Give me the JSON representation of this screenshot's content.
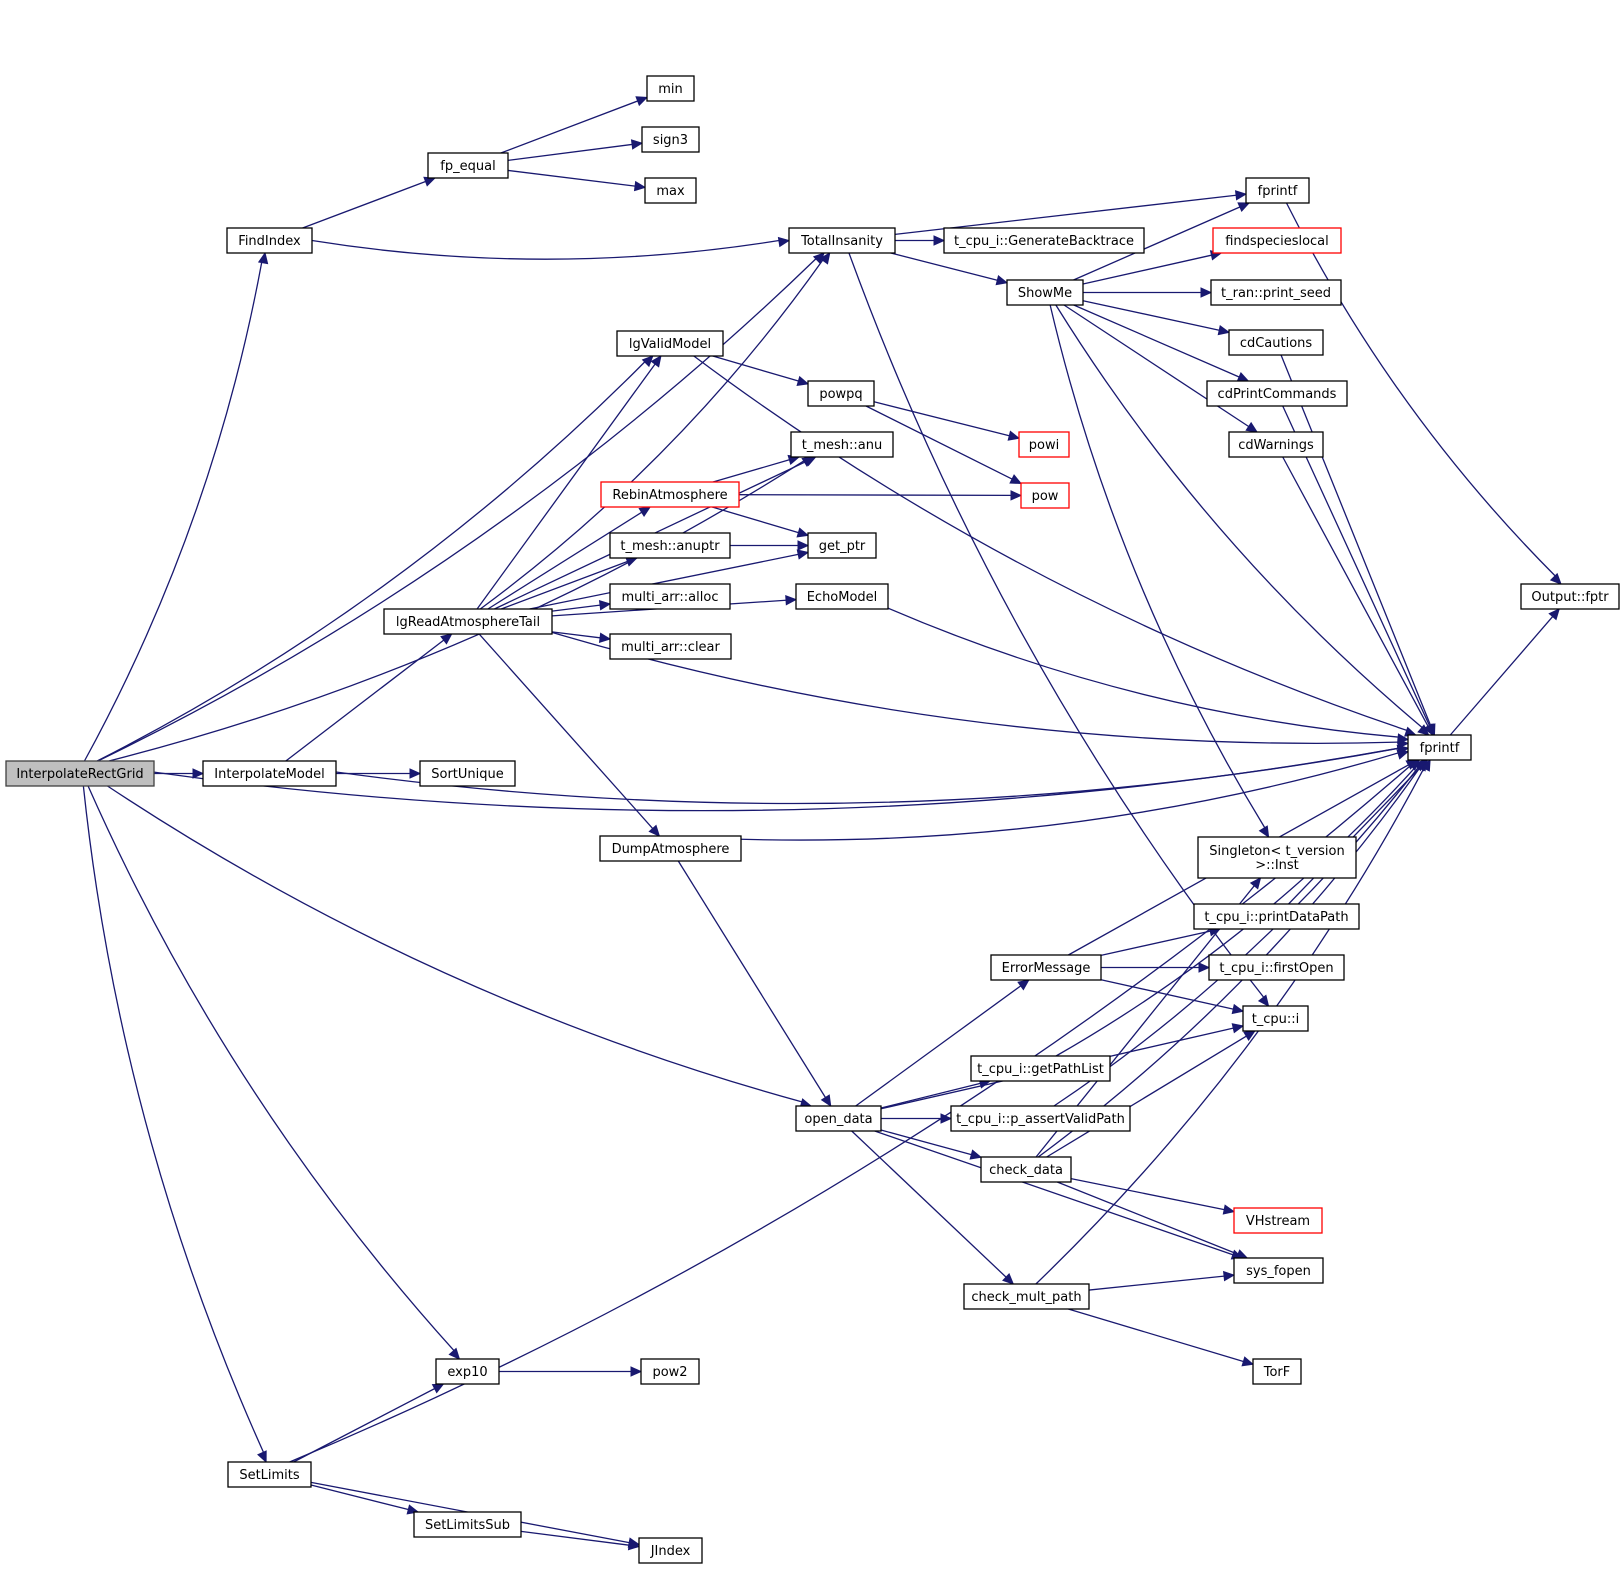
{
  "diagram": {
    "type": "call-graph",
    "root": "InterpolateRectGrid",
    "colors": {
      "edge": "#191970",
      "root_fill": "#bfbfbf",
      "node_border": "#000000",
      "truncated_node_border": "#ff0000"
    },
    "nodes": [
      {
        "id": "InterpolateRectGrid",
        "label": "InterpolateRectGrid",
        "style": "root"
      },
      {
        "id": "FindIndex",
        "label": "FindIndex"
      },
      {
        "id": "fp_equal",
        "label": "fp_equal"
      },
      {
        "id": "min",
        "label": "min"
      },
      {
        "id": "sign3",
        "label": "sign3"
      },
      {
        "id": "max",
        "label": "max"
      },
      {
        "id": "TotalInsanity",
        "label": "TotalInsanity"
      },
      {
        "id": "GenerateBacktrace",
        "label": "t_cpu_i::GenerateBacktrace"
      },
      {
        "id": "ShowMe",
        "label": "ShowMe"
      },
      {
        "id": "fprintf_top",
        "label": "fprintf"
      },
      {
        "id": "findspecieslocal",
        "label": "findspecieslocal",
        "style": "red"
      },
      {
        "id": "print_seed",
        "label": "t_ran::print_seed"
      },
      {
        "id": "cdCautions",
        "label": "cdCautions"
      },
      {
        "id": "cdPrintCommands",
        "label": "cdPrintCommands"
      },
      {
        "id": "cdWarnings",
        "label": "cdWarnings"
      },
      {
        "id": "lgValidModel",
        "label": "lgValidModel"
      },
      {
        "id": "powpq",
        "label": "powpq"
      },
      {
        "id": "powi",
        "label": "powi",
        "style": "red"
      },
      {
        "id": "pow",
        "label": "pow",
        "style": "red"
      },
      {
        "id": "anu",
        "label": "t_mesh::anu"
      },
      {
        "id": "RebinAtmosphere",
        "label": "RebinAtmosphere",
        "style": "red"
      },
      {
        "id": "anuptr",
        "label": "t_mesh::anuptr"
      },
      {
        "id": "get_ptr",
        "label": "get_ptr"
      },
      {
        "id": "alloc",
        "label": "multi_arr::alloc"
      },
      {
        "id": "EchoModel",
        "label": "EchoModel"
      },
      {
        "id": "clear",
        "label": "multi_arr::clear"
      },
      {
        "id": "lgReadAtmosphereTail",
        "label": "lgReadAtmosphereTail"
      },
      {
        "id": "Output_fptr",
        "label": "Output::fptr"
      },
      {
        "id": "fprintf_main",
        "label": "fprintf"
      },
      {
        "id": "InterpolateModel",
        "label": "InterpolateModel"
      },
      {
        "id": "SortUnique",
        "label": "SortUnique"
      },
      {
        "id": "DumpAtmosphere",
        "label": "DumpAtmosphere"
      },
      {
        "id": "Singleton",
        "label": "Singleton< t_version\n>::Inst"
      },
      {
        "id": "printDataPath",
        "label": "t_cpu_i::printDataPath"
      },
      {
        "id": "ErrorMessage",
        "label": "ErrorMessage"
      },
      {
        "id": "firstOpen",
        "label": "t_cpu_i::firstOpen"
      },
      {
        "id": "t_cpu_i",
        "label": "t_cpu::i"
      },
      {
        "id": "getPathList",
        "label": "t_cpu_i::getPathList"
      },
      {
        "id": "open_data",
        "label": "open_data"
      },
      {
        "id": "p_assertValidPath",
        "label": "t_cpu_i::p_assertValidPath"
      },
      {
        "id": "check_data",
        "label": "check_data"
      },
      {
        "id": "VHstream",
        "label": "VHstream",
        "style": "red"
      },
      {
        "id": "sys_fopen",
        "label": "sys_fopen"
      },
      {
        "id": "check_mult_path",
        "label": "check_mult_path"
      },
      {
        "id": "TorF",
        "label": "TorF"
      },
      {
        "id": "exp10",
        "label": "exp10"
      },
      {
        "id": "pow2",
        "label": "pow2"
      },
      {
        "id": "SetLimits",
        "label": "SetLimits"
      },
      {
        "id": "SetLimitsSub",
        "label": "SetLimitsSub"
      },
      {
        "id": "JIndex",
        "label": "JIndex"
      }
    ],
    "edges": [
      [
        "InterpolateRectGrid",
        "FindIndex"
      ],
      [
        "InterpolateRectGrid",
        "TotalInsanity"
      ],
      [
        "InterpolateRectGrid",
        "lgValidModel"
      ],
      [
        "InterpolateRectGrid",
        "anu"
      ],
      [
        "InterpolateRectGrid",
        "InterpolateModel"
      ],
      [
        "InterpolateRectGrid",
        "fprintf_main"
      ],
      [
        "InterpolateRectGrid",
        "exp10"
      ],
      [
        "InterpolateRectGrid",
        "open_data"
      ],
      [
        "InterpolateRectGrid",
        "SetLimits"
      ],
      [
        "FindIndex",
        "fp_equal"
      ],
      [
        "FindIndex",
        "TotalInsanity"
      ],
      [
        "fp_equal",
        "min"
      ],
      [
        "fp_equal",
        "sign3"
      ],
      [
        "fp_equal",
        "max"
      ],
      [
        "TotalInsanity",
        "fprintf_top"
      ],
      [
        "TotalInsanity",
        "GenerateBacktrace"
      ],
      [
        "TotalInsanity",
        "ShowMe"
      ],
      [
        "TotalInsanity",
        "t_cpu_i"
      ],
      [
        "ShowMe",
        "fprintf_top"
      ],
      [
        "ShowMe",
        "findspecieslocal"
      ],
      [
        "ShowMe",
        "print_seed"
      ],
      [
        "ShowMe",
        "cdCautions"
      ],
      [
        "ShowMe",
        "cdPrintCommands"
      ],
      [
        "ShowMe",
        "cdWarnings"
      ],
      [
        "ShowMe",
        "Singleton"
      ],
      [
        "ShowMe",
        "fprintf_main"
      ],
      [
        "fprintf_top",
        "Output_fptr"
      ],
      [
        "cdCautions",
        "fprintf_main"
      ],
      [
        "cdPrintCommands",
        "fprintf_main"
      ],
      [
        "cdWarnings",
        "fprintf_main"
      ],
      [
        "lgValidModel",
        "powpq"
      ],
      [
        "lgValidModel",
        "fprintf_main"
      ],
      [
        "powpq",
        "powi"
      ],
      [
        "powpq",
        "pow"
      ],
      [
        "RebinAtmosphere",
        "anu"
      ],
      [
        "RebinAtmosphere",
        "pow"
      ],
      [
        "RebinAtmosphere",
        "get_ptr"
      ],
      [
        "anuptr",
        "get_ptr"
      ],
      [
        "EchoModel",
        "fprintf_main"
      ],
      [
        "lgReadAtmosphereTail",
        "TotalInsanity"
      ],
      [
        "lgReadAtmosphereTail",
        "lgValidModel"
      ],
      [
        "lgReadAtmosphereTail",
        "anu"
      ],
      [
        "lgReadAtmosphereTail",
        "RebinAtmosphere"
      ],
      [
        "lgReadAtmosphereTail",
        "anuptr"
      ],
      [
        "lgReadAtmosphereTail",
        "alloc"
      ],
      [
        "lgReadAtmosphereTail",
        "clear"
      ],
      [
        "lgReadAtmosphereTail",
        "get_ptr"
      ],
      [
        "lgReadAtmosphereTail",
        "EchoModel"
      ],
      [
        "lgReadAtmosphereTail",
        "fprintf_main"
      ],
      [
        "lgReadAtmosphereTail",
        "DumpAtmosphere"
      ],
      [
        "fprintf_main",
        "Output_fptr"
      ],
      [
        "InterpolateModel",
        "lgReadAtmosphereTail"
      ],
      [
        "InterpolateModel",
        "SortUnique"
      ],
      [
        "InterpolateModel",
        "fprintf_main"
      ],
      [
        "DumpAtmosphere",
        "fprintf_main"
      ],
      [
        "DumpAtmosphere",
        "open_data"
      ],
      [
        "printDataPath",
        "fprintf_main"
      ],
      [
        "ErrorMessage",
        "fprintf_main"
      ],
      [
        "ErrorMessage",
        "printDataPath"
      ],
      [
        "ErrorMessage",
        "firstOpen"
      ],
      [
        "ErrorMessage",
        "t_cpu_i"
      ],
      [
        "getPathList",
        "fprintf_main"
      ],
      [
        "open_data",
        "ErrorMessage"
      ],
      [
        "open_data",
        "t_cpu_i"
      ],
      [
        "open_data",
        "getPathList"
      ],
      [
        "open_data",
        "p_assertValidPath"
      ],
      [
        "open_data",
        "check_data"
      ],
      [
        "open_data",
        "sys_fopen"
      ],
      [
        "open_data",
        "check_mult_path"
      ],
      [
        "p_assertValidPath",
        "fprintf_main"
      ],
      [
        "check_data",
        "Singleton"
      ],
      [
        "check_data",
        "t_cpu_i"
      ],
      [
        "check_data",
        "fprintf_main"
      ],
      [
        "check_data",
        "VHstream"
      ],
      [
        "check_data",
        "sys_fopen"
      ],
      [
        "check_mult_path",
        "sys_fopen"
      ],
      [
        "check_mult_path",
        "fprintf_main"
      ],
      [
        "check_mult_path",
        "TorF"
      ],
      [
        "exp10",
        "pow2"
      ],
      [
        "SetLimits",
        "exp10"
      ],
      [
        "SetLimits",
        "fprintf_main"
      ],
      [
        "SetLimits",
        "SetLimitsSub"
      ],
      [
        "SetLimits",
        "JIndex"
      ],
      [
        "SetLimitsSub",
        "JIndex"
      ]
    ]
  }
}
